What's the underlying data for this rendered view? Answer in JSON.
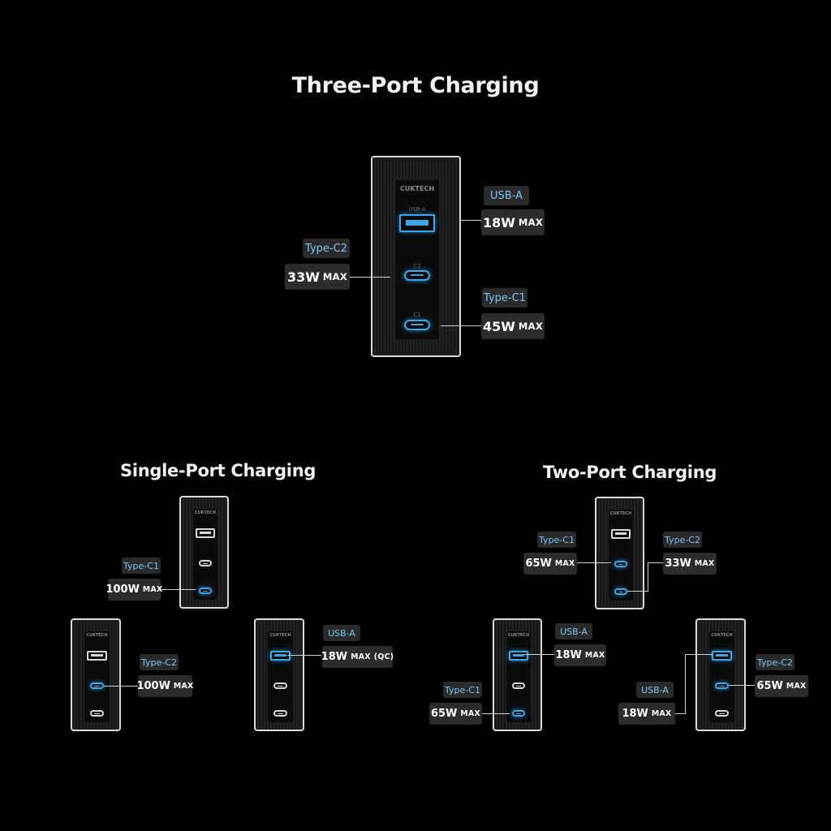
{
  "headings": {
    "three_port": "Three-Port Charging",
    "single_port": "Single-Port Charging",
    "two_port": "Two-Port Charging"
  },
  "device": {
    "brand": "CUKTECH",
    "port_labels": {
      "usb_a": "USB-A",
      "c2": "C2",
      "c1": "C1"
    }
  },
  "max_text": "MAX",
  "qc_text": "(QC)",
  "three_port": {
    "usb_a": {
      "tag": "USB-A",
      "watt": "18W"
    },
    "type_c2": {
      "tag": "Type-C2",
      "watt": "33W"
    },
    "type_c1": {
      "tag": "Type-C1",
      "watt": "45W"
    }
  },
  "single_port": {
    "type_c1": {
      "tag": "Type-C1",
      "watt": "100W"
    },
    "type_c2": {
      "tag": "Type-C2",
      "watt": "100W"
    },
    "usb_a": {
      "tag": "USB-A",
      "watt": "18W"
    }
  },
  "two_port": {
    "c1_c2": {
      "type_c1": {
        "tag": "Type-C1",
        "watt": "65W"
      },
      "type_c2": {
        "tag": "Type-C2",
        "watt": "33W"
      }
    },
    "a_c1": {
      "usb_a": {
        "tag": "USB-A",
        "watt": "18W"
      },
      "type_c1": {
        "tag": "Type-C1",
        "watt": "65W"
      }
    },
    "a_c2": {
      "usb_a": {
        "tag": "USB-A",
        "watt": "18W"
      },
      "type_c2": {
        "tag": "Type-C2",
        "watt": "65W"
      }
    }
  },
  "colors": {
    "background": "#000000",
    "active_port": "#3fa6e6",
    "tag_text": "#7fc4f0",
    "label_bg": "#2c2c2c"
  }
}
